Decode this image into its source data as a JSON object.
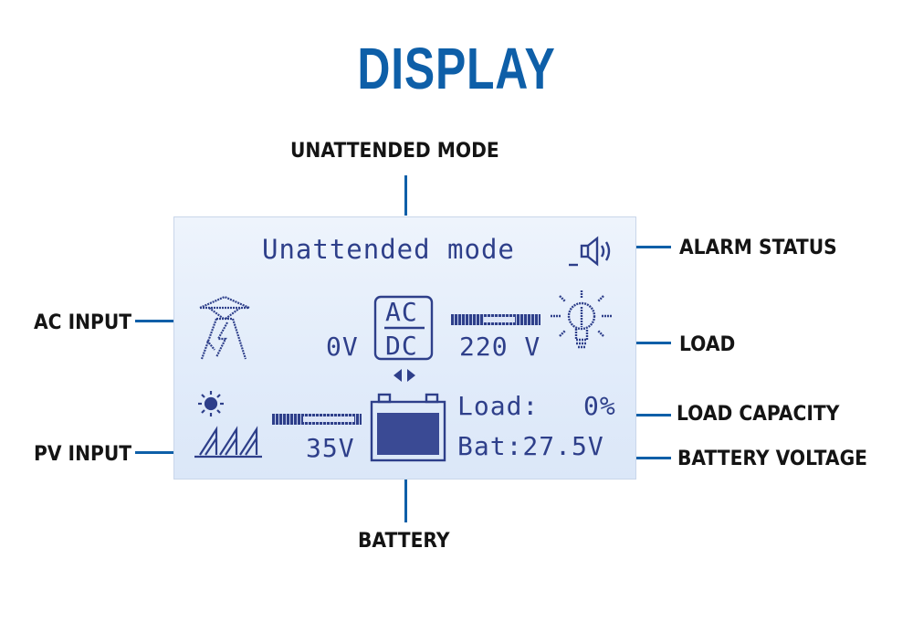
{
  "title": "DISPLAY",
  "callouts": {
    "unattended_mode": "UNATTENDED MODE",
    "alarm_status": "ALARM STATUS",
    "ac_input": "AC INPUT",
    "load": "LOAD",
    "load_capacity": "LOAD CAPACITY",
    "pv_input": "PV INPUT",
    "battery_voltage": "BATTERY VOLTAGE",
    "battery": "BATTERY"
  },
  "lcd": {
    "mode_text": "Unattended mode",
    "ac_box_top": "AC",
    "ac_box_bottom": "DC",
    "ac_input_voltage": "0V",
    "output_voltage": "220 V",
    "pv_voltage": "35V",
    "load_label": "Load:",
    "load_value": "0%",
    "battery_line": "Bat:27.5V"
  },
  "icons": {
    "alarm": "speaker-icon",
    "ac_input": "power-tower-icon",
    "load": "light-bulb-icon",
    "pv_input": "solar-panel-icon",
    "battery": "battery-icon",
    "flow": "charge-arrows-icon"
  },
  "colors": {
    "accent": "#0e5fa8",
    "lcd_background": "#e2ecfa",
    "lcd_segments": "#2e3f8a"
  }
}
